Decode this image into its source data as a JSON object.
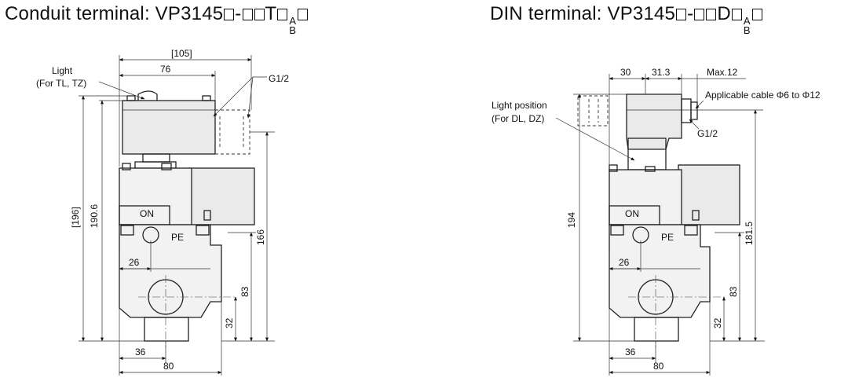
{
  "left": {
    "title_prefix": "Conduit terminal: VP3145",
    "title_mid": "-",
    "title_letter": "T",
    "sup_a": "A",
    "sub_b": "B",
    "light_label": "Light",
    "light_sub": "(For TL, TZ)",
    "port_label": "G1/2",
    "on_label": "ON",
    "pe_label": "PE",
    "dims": {
      "top_outer": "[105]",
      "top_inner": "76",
      "h_196": "[196]",
      "h_190": "190.6",
      "h_166": "166",
      "h_83": "83",
      "h_32": "32",
      "w_26": "26",
      "w_36": "36",
      "w_80": "80"
    }
  },
  "right": {
    "title_prefix": "DIN terminal: VP3145",
    "title_mid": "-",
    "title_letter": "D",
    "sup_a": "A",
    "sub_b": "B",
    "light_label": "Light position",
    "light_sub": "(For DL, DZ)",
    "cable_label": "Applicable cable Φ6 to Φ12",
    "port_label": "G1/2",
    "on_label": "ON",
    "pe_label": "PE",
    "dims": {
      "w_30": "30",
      "w_31": "31.3",
      "max12": "Max.12",
      "h_194": "194",
      "h_181": "181.5",
      "h_83": "83",
      "h_32": "32",
      "w_26": "26",
      "w_36": "36",
      "w_80": "80"
    }
  }
}
